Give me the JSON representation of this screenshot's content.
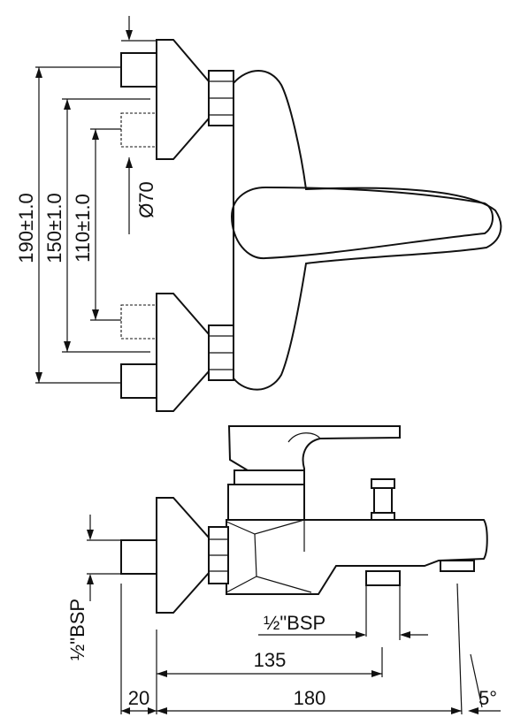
{
  "dimensions": {
    "height_190": "190±1.0",
    "height_150": "150±1.0",
    "height_110": "110±1.0",
    "diameter": "Ø70",
    "bsp_left": "½\"BSP",
    "bsp_outlet": "½\"BSP",
    "len_135": "135",
    "len_180": "180",
    "len_20": "20",
    "angle_5": "5°"
  }
}
